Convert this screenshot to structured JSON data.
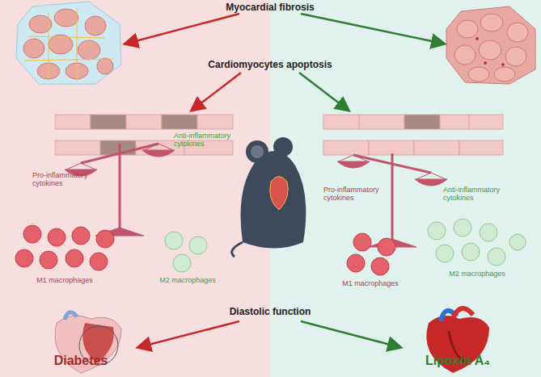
{
  "diagram": {
    "labels": [
      "Myocardial fibrosis",
      "Cardiomyocytes apoptosis",
      "Anti-inflammatory cytokines",
      "Pro-inflammatory cytokines",
      "Pro-inflammatory cytokines",
      "Anti-inflammatory cytokines",
      "M1 macrophages",
      "M2 macrophages",
      "Diastolic function",
      "M1 macrophages",
      "M2 macrophages",
      "Diabetes",
      "Lipoxin A₄"
    ]
  }
}
